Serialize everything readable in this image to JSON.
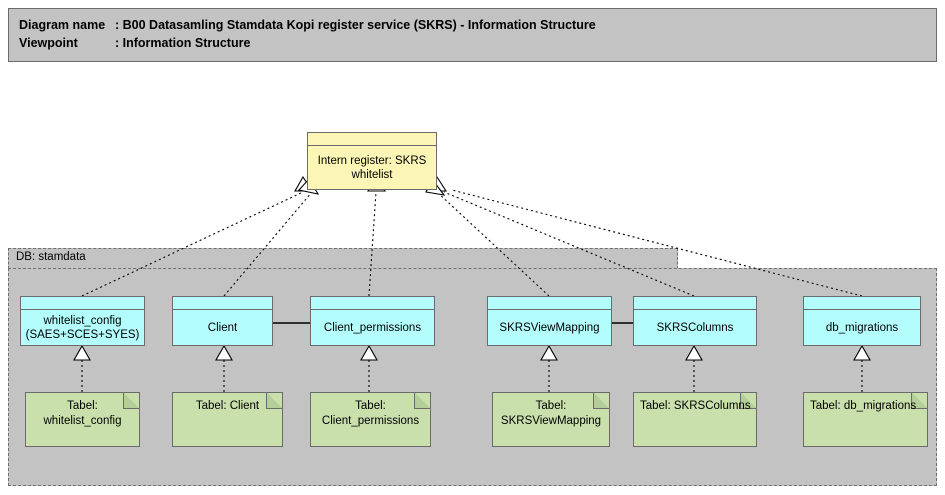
{
  "header": {
    "diagram_name_label": "Diagram name",
    "diagram_name_sep": ": B00 Datasamling Stamdata Kopi register service (SKRS) - Information Structure",
    "viewpoint_label": "Viewpoint",
    "viewpoint_sep": ": Information Structure"
  },
  "colors": {
    "header_bg": "#c3c3c3",
    "group_bg": "#c3c3c3",
    "data_object": "#b3fdfd",
    "register_object": "#fbf6b5",
    "artifact": "#c9e0ad",
    "border": "#6b6b6b",
    "edge": "#000000"
  },
  "group": {
    "label": "DB: stamdata"
  },
  "register": {
    "label": "Intern register: SKRS\nwhitelist"
  },
  "data_objects": [
    {
      "id": "whitelist_config",
      "label": "whitelist_config\n(SAES+SCES+SYES)"
    },
    {
      "id": "client",
      "label": "Client"
    },
    {
      "id": "client_permissions",
      "label": "Client_permissions"
    },
    {
      "id": "skrsviewmapping",
      "label": "SKRSViewMapping"
    },
    {
      "id": "skrscolumns",
      "label": "SKRSColumns"
    },
    {
      "id": "db_migrations",
      "label": "db_migrations"
    }
  ],
  "artifacts": [
    {
      "id": "tabel_whitelist_config",
      "label": "Tabel:\nwhitelist_config"
    },
    {
      "id": "tabel_client",
      "label": "Tabel: Client"
    },
    {
      "id": "tabel_client_permissions",
      "label": "Tabel:\nClient_permissions"
    },
    {
      "id": "tabel_skrsviewmapping",
      "label": "Tabel:\nSKRSViewMapping"
    },
    {
      "id": "tabel_skrscolumns",
      "label": "Tabel: SKRSColumns"
    },
    {
      "id": "tabel_db_migrations",
      "label": "Tabel: db_migrations"
    }
  ]
}
